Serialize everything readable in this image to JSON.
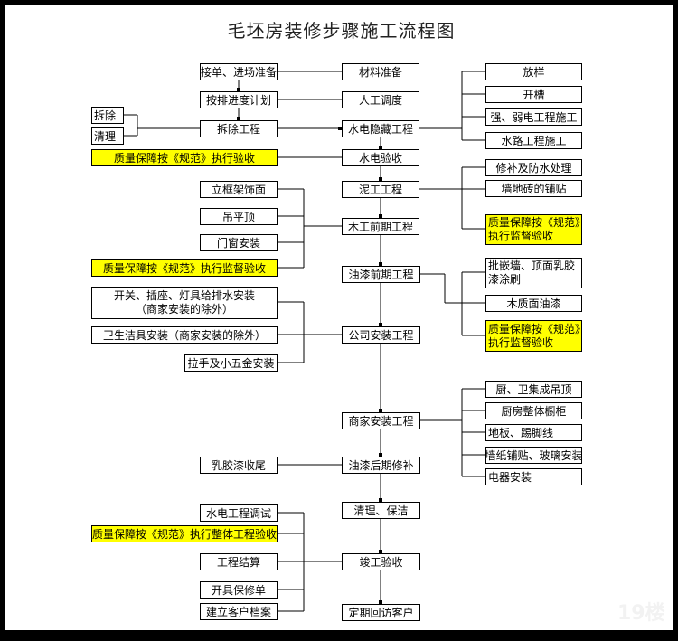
{
  "title": "毛坯房装修步骤施工流程图",
  "colors": {
    "highlight": "#ffff00",
    "line": "#000000",
    "frame": "#000000"
  },
  "main_flow": [
    "接单、进场准备",
    "按排进度计划",
    "拆除工程",
    "水电隐藏工程",
    "水电验收",
    "泥工工程",
    "木工前期工程",
    "油漆前期工程",
    "公司安装工程",
    "商家安装工程",
    "油漆后期修补",
    "清理、保洁",
    "竣工验收",
    "定期回访客户"
  ],
  "nodes": {
    "n_jiedan": "接单、进场准备",
    "n_paijin": "按排进度计划",
    "n_chaichu_gc": "拆除工程",
    "n_cailiao": "材料准备",
    "n_rengong": "人工调度",
    "n_chaichu": "拆除",
    "n_qingli": "清理",
    "n_sd_yinbi": "水电隐藏工程",
    "n_sd_yanshou": "水电验收",
    "n_zl1": "质量保障按《规范》执行验收",
    "n_fangyang": "放样",
    "n_kaicao": "开槽",
    "n_qiangruo": "强、弱电工程施工",
    "n_shuilu": "水路工程施工",
    "n_nigong": "泥工工程",
    "n_xiubu_fs": "修补及防水处理",
    "n_qiangdi": "墙地砖的铺贴",
    "n_zl_nigong": "质量保障按《规范》执行监督验收",
    "n_muqian": "木工前期工程",
    "n_likuang": "立框架饰面",
    "n_diaoping": "吊平顶",
    "n_menchuang": "门窗安装",
    "n_zl_mugong": "质量保障按《规范》执行监督验收",
    "n_youqian": "油漆前期工程",
    "n_pijian": "批嵌墙、顶面乳胶漆涂刷",
    "n_muzhi": "木质面油漆",
    "n_zl_youqi": "质量保障按《规范》执行监督验收",
    "n_gongsi": "公司安装工程",
    "n_kaiguan": "开关、插座、灯具给排水安装",
    "n_kaiguan_note": "（商家安装的除外）",
    "n_weisheng": "卫生洁具安装（商家安装的除外）",
    "n_lashou": "拉手及小五金安装",
    "n_shangjia": "商家安装工程",
    "n_chuwei": "厨、卫集成吊顶",
    "n_chufang": "厨房整体橱柜",
    "n_diban": "地板、踢脚线",
    "n_qiangzhi": "墙纸铺贴、玻璃安装",
    "n_dianqi": "电器安装",
    "n_youhou": "油漆后期修补",
    "n_rujiao": "乳胶漆收尾",
    "n_qingjie": "清理、保洁",
    "n_sd_tiaoshi": "水电工程调试",
    "n_zl_zhengti": "质量保障按《规范》执行整体工程验收",
    "n_jungong": "竣工验收",
    "n_jiesuan": "工程结算",
    "n_baoxiu": "开具保修单",
    "n_dangan": "建立客户档案",
    "n_huifang": "定期回访客户"
  },
  "watermark": "19楼"
}
